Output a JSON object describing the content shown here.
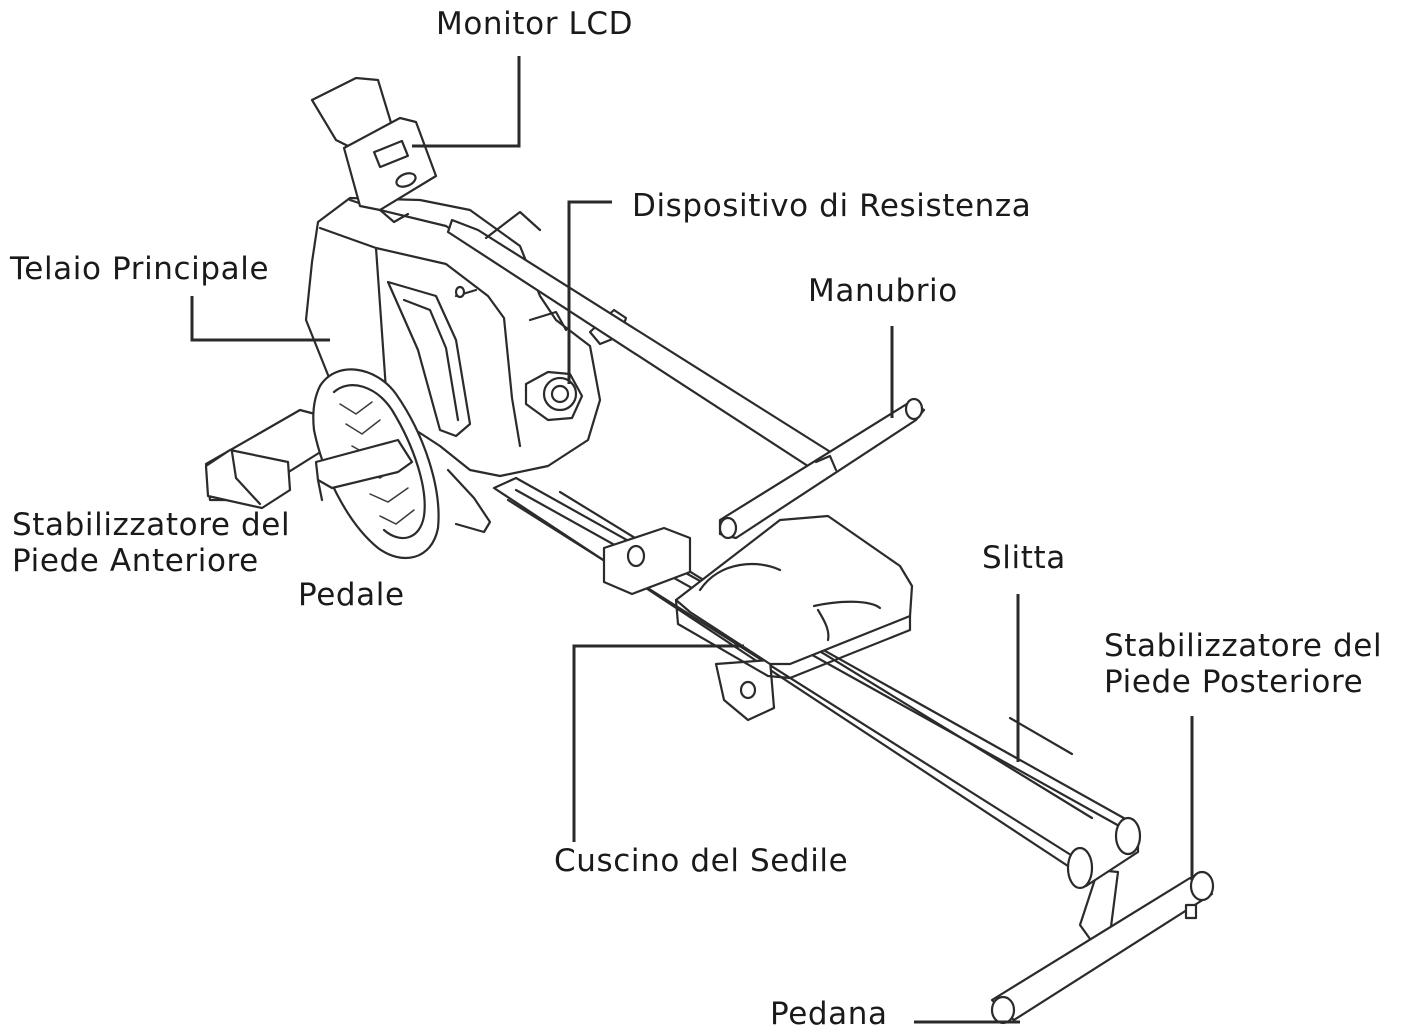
{
  "labels": {
    "monitor": "Monitor LCD",
    "resistance": "Dispositivo di Resistenza",
    "frame": "Telaio Principale",
    "handlebar": "Manubrio",
    "front_stabilizer": [
      "Stabilizzatore del",
      "Piede Anteriore"
    ],
    "pedal": "Pedale",
    "slide": "Slitta",
    "rear_stabilizer": [
      "Stabilizzatore del",
      "Piede Posteriore"
    ],
    "seat": "Cuscino del Sedile",
    "footrest": "Pedana"
  }
}
